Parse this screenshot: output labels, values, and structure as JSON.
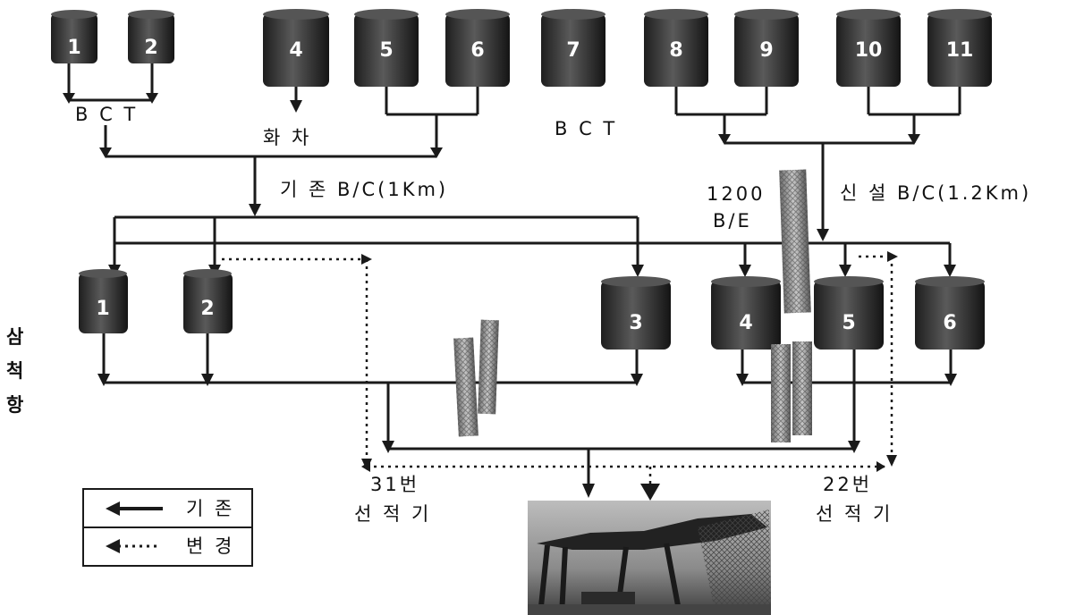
{
  "top_silos": [
    "1",
    "2",
    "4",
    "5",
    "6",
    "7",
    "8",
    "9",
    "10",
    "11"
  ],
  "yard_silos": [
    "1",
    "2",
    "3",
    "4",
    "5",
    "6"
  ],
  "labels": {
    "bct_left": "B C T",
    "wagon": "화 차",
    "bct_right": "B C T",
    "existing_conveyor": "기 존 B/C(1Km)",
    "new_conveyor": "신 설 B/C(1.2Km)",
    "be_capacity": "1200",
    "be_unit": "B/E",
    "port_line1": "삼",
    "port_line2": "척",
    "port_line3": "항",
    "loader31_a": "31번",
    "loader31_b": "선 적 기",
    "loader22_a": "22번",
    "loader22_b": "선 적 기"
  },
  "legend": {
    "existing": "기 존",
    "changed": "변 경"
  },
  "colors": {
    "silo_body": "#2b2b2b",
    "line": "#1a1a1a",
    "background": "#ffffff"
  }
}
